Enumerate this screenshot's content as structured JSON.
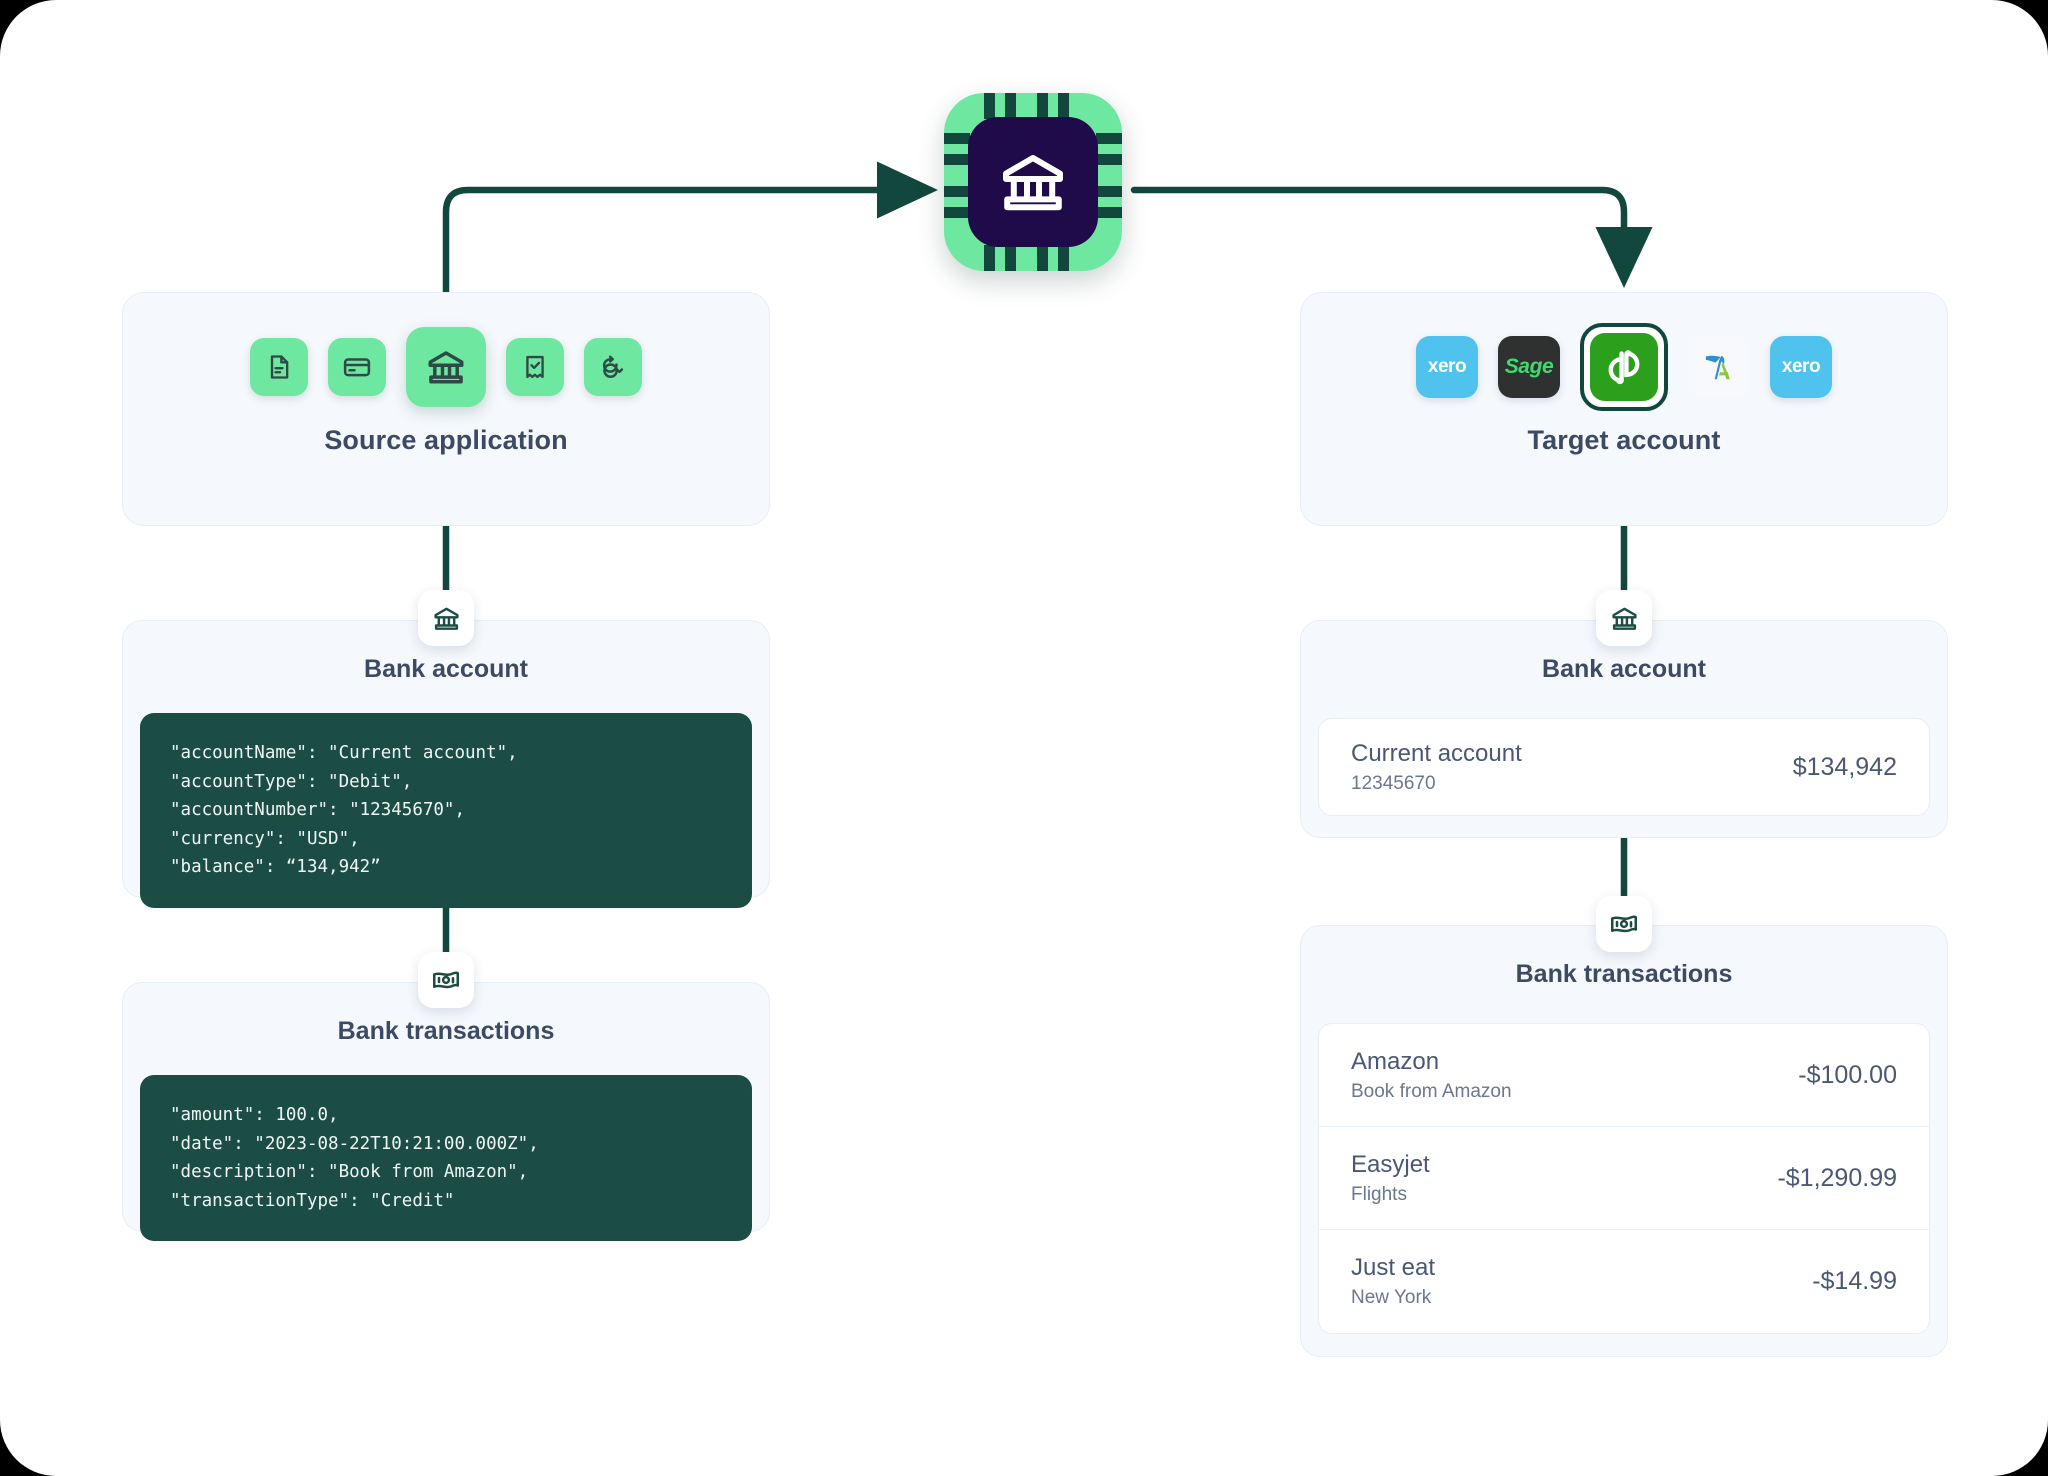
{
  "diagram": {
    "type": "data-sync-flow",
    "hub": {
      "icon": "bank-chip-icon",
      "label": "bank-data-hub"
    }
  },
  "source": {
    "title": "Source application",
    "tiles": [
      {
        "icon": "document-icon",
        "selected": false
      },
      {
        "icon": "credit-card-icon",
        "selected": false
      },
      {
        "icon": "bank-icon",
        "selected": true
      },
      {
        "icon": "receipt-check-icon",
        "selected": false
      },
      {
        "icon": "sync-refresh-icon",
        "selected": false
      }
    ],
    "bank_account": {
      "badge_icon": "bank-icon",
      "title": "Bank account",
      "code": "\"accountName\": \"Current account\",\n\"accountType\": \"Debit\",\n\"accountNumber\": \"12345670\",\n\"currency\": \"USD\",\n\"balance\": “134,942”"
    },
    "bank_transactions": {
      "badge_icon": "banknote-icon",
      "title": "Bank transactions",
      "code": "\"amount\": 100.0,\n\"date\": \"2023-08-22T10:21:00.000Z\",\n\"description\": \"Book from Amazon\",\n\"transactionType\": \"Credit\""
    }
  },
  "target": {
    "title": "Target account",
    "logos": [
      {
        "name": "xero",
        "label": "xero",
        "selected": false
      },
      {
        "name": "sage",
        "label": "Sage",
        "selected": false
      },
      {
        "name": "quickbooks",
        "label": "qb",
        "selected": true
      },
      {
        "name": "freeagent",
        "label": "",
        "selected": false
      },
      {
        "name": "xero",
        "label": "xero",
        "selected": false
      }
    ],
    "bank_account": {
      "badge_icon": "bank-icon",
      "title": "Bank account",
      "account": {
        "name": "Current account",
        "number": "12345670",
        "balance": "$134,942"
      }
    },
    "bank_transactions": {
      "badge_icon": "banknote-icon",
      "title": "Bank transactions",
      "rows": [
        {
          "name": "Amazon",
          "description": "Book from Amazon",
          "amount": "-$100.00"
        },
        {
          "name": "Easyjet",
          "description": "Flights",
          "amount": "-$1,290.99"
        },
        {
          "name": "Just eat",
          "description": "New York",
          "amount": "-$14.99"
        }
      ]
    }
  },
  "colors": {
    "accent_green": "#6ee7a0",
    "wire": "#12473e",
    "code_bg": "#1b4d45",
    "panel_bg": "#f5f8fc",
    "heading": "#3d4a63",
    "quickbooks": "#2ca01c",
    "xero": "#4fc3ee",
    "sage_bg": "#2f3130"
  }
}
